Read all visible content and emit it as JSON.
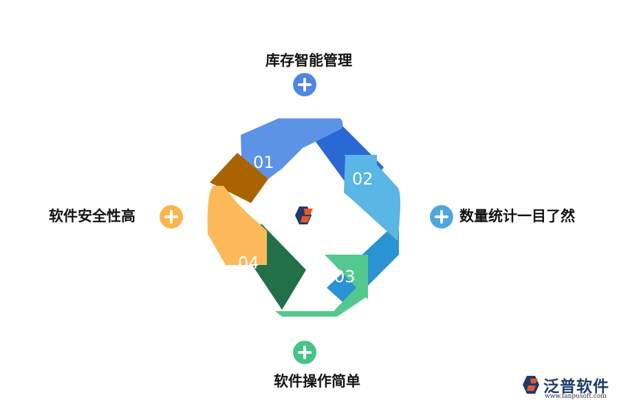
{
  "diagram": {
    "items": [
      {
        "label": "库存智能管理",
        "number": "01",
        "color": "#4f86e4"
      },
      {
        "label": "数量统计一目了然",
        "number": "02",
        "color": "#4ea8de"
      },
      {
        "label": "软件操作简单",
        "number": "03",
        "color": "#45c48a"
      },
      {
        "label": "软件安全性高",
        "number": "04",
        "color": "#f9b54c"
      }
    ],
    "center_logo": "fanpu-hexagon-logo"
  },
  "brand": {
    "name": "泛普软件",
    "url": "www.fanpusoft.com"
  }
}
